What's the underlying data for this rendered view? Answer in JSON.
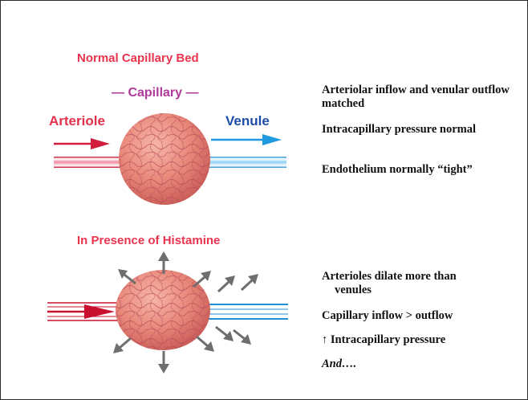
{
  "normal": {
    "title": "Normal Capillary Bed",
    "capillary_label": "— Capillary —",
    "arteriole_label": "Arteriole",
    "venule_label": "Venule",
    "notes": [
      "Arteriolar inflow and venular outflow matched",
      "Intracapillary pressure normal",
      "Endothelium normally “tight”"
    ]
  },
  "histamine": {
    "title": "In Presence of Histamine",
    "note1_line1": "Arterioles dilate more than",
    "note1_line2": "venules",
    "note2": "Capillary inflow > outflow",
    "note3_arrow": "↑",
    "note3_text": "Intracapillary pressure",
    "note4": "And…."
  },
  "colors": {
    "title_red": "#e8344f",
    "capillary_purple": "#b03a9a",
    "arteriole_red": "#d01e3c",
    "venule_blue": "#1f9ae0",
    "gray_arrow": "#6e6e6e"
  }
}
